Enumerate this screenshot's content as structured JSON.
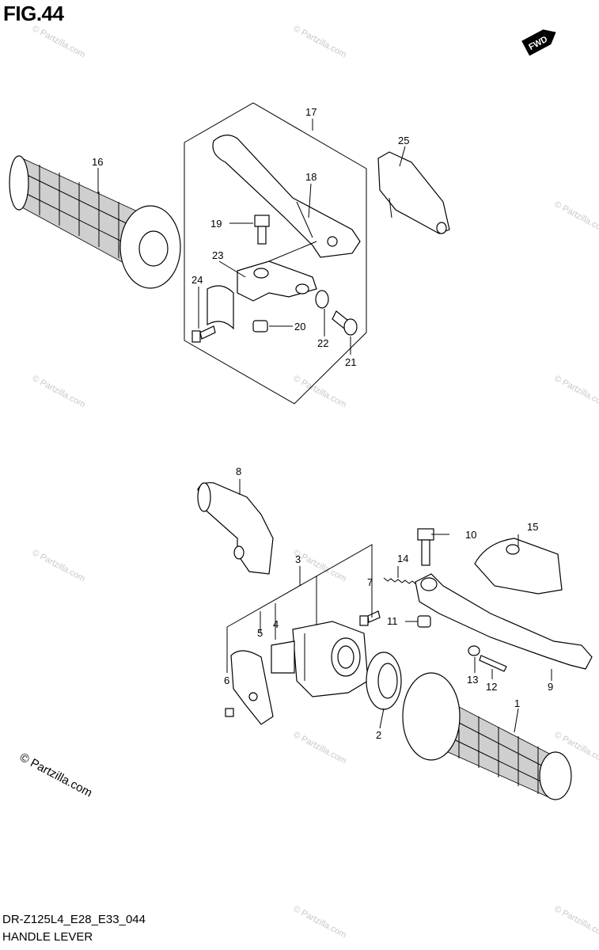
{
  "figure": {
    "title": "FIG.44",
    "model_code": "DR-Z125L4_E28_E33_044",
    "caption": "HANDLE LEVER",
    "direction_tag": "FWD"
  },
  "watermark": {
    "main": "© Partzilla.com",
    "faint": "© Partzilla.com"
  },
  "part_labels": [
    "1",
    "2",
    "3",
    "4",
    "5",
    "6",
    "7",
    "8",
    "9",
    "10",
    "11",
    "12",
    "13",
    "14",
    "15",
    "16",
    "17",
    "18",
    "19",
    "20",
    "21",
    "22",
    "23",
    "24",
    "25"
  ]
}
